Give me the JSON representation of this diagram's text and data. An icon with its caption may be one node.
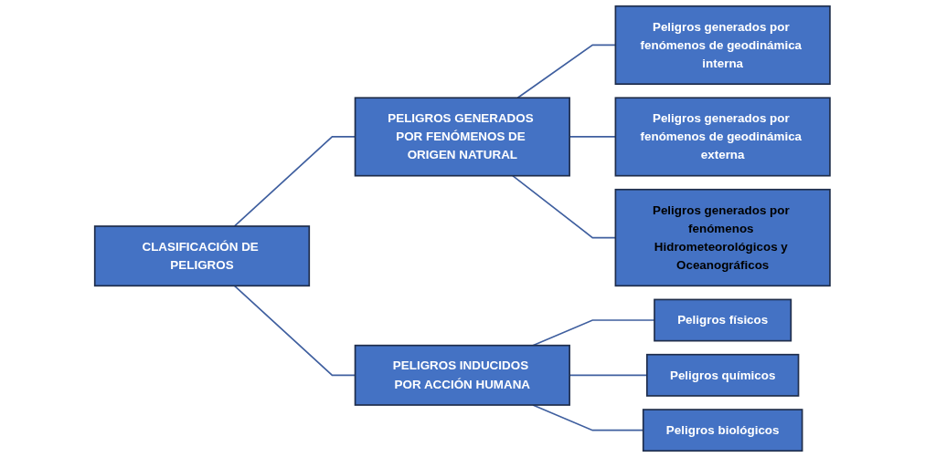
{
  "diagram": {
    "nodes": [
      {
        "text": [
          "CLASIFICACIÓN DE PELIGROS"
        ]
      },
      {
        "text": [
          "PELIGROS GENERADOS POR FENÓMENOS DE ORIGEN NATURAL"
        ]
      },
      {
        "text": [
          "Peligros generados por fenómenos de geodinámica interna"
        ]
      },
      {
        "text": [
          "Peligros generados por fenómenos de geodinámica externa"
        ]
      },
      {
        "text": [
          "Peligros generados por fenómenos Hidrometeorológicos y Oceanográficos"
        ]
      },
      {
        "text": [
          "PELIGROS INDUCIDOS POR ACCIÓN HUMANA"
        ]
      },
      {
        "text": [
          "Peligros físicos"
        ]
      },
      {
        "text": [
          "Peligros químicos"
        ]
      },
      {
        "text": [
          "Peligros biológicos"
        ]
      }
    ],
    "edges": [
      {
        "from": 0,
        "to": 1,
        "arrow": "none"
      },
      {
        "from": 0,
        "to": 5,
        "arrow": "none"
      },
      {
        "from": 1,
        "to": 2,
        "arrow": "none"
      },
      {
        "from": 1,
        "to": 3,
        "arrow": "none"
      },
      {
        "from": 1,
        "to": 4,
        "arrow": "none"
      },
      {
        "from": 5,
        "to": 6,
        "arrow": "none"
      },
      {
        "from": 5,
        "to": 7,
        "arrow": "none"
      },
      {
        "from": 5,
        "to": 8,
        "arrow": "none"
      }
    ]
  }
}
